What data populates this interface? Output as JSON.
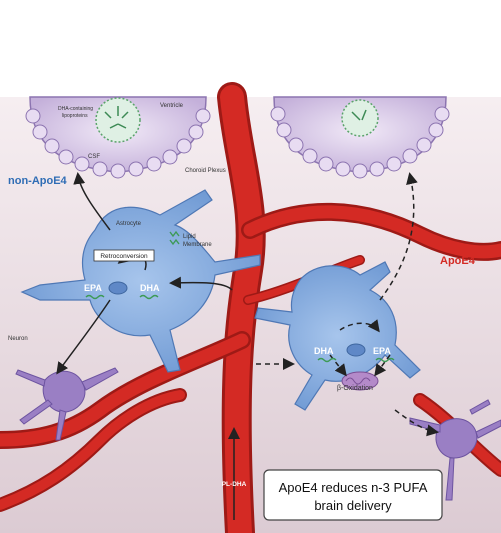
{
  "labels": {
    "ventricle": "Ventricle",
    "dha_lipoproteins_line1": "DHA-containing",
    "dha_lipoproteins_line2": "lipoproteins",
    "csf": "CSF",
    "choroid_plexus": "Choroid Plexus",
    "non_apoe4": "non-ApoE4",
    "apoe4": "ApoE4",
    "astrocyte": "Astrocyte",
    "lipid_membrane_line1": "Lipid",
    "lipid_membrane_line2": "Membrane",
    "retroconversion": "Retroconversion",
    "epa_left": "EPA",
    "dha_left": "DHA",
    "dha_right": "DHA",
    "epa_right": "EPA",
    "beta_oxidation": "β-Oxidation",
    "neuron": "Neuron",
    "pl_dha": "PL-DHA"
  },
  "caption": {
    "line1": "ApoE4 reduces n-3 PUFA",
    "line2": "brain delivery"
  },
  "colors": {
    "vessel": "#d42a24",
    "vessel_dark": "#9e1a16",
    "astrocyte": "#7aa3d9",
    "neuron": "#9a7fc4",
    "ventricle": "#c9b8dd",
    "non_apoe4_label": "#2f6db5",
    "apoe4_label": "#d42a24"
  }
}
